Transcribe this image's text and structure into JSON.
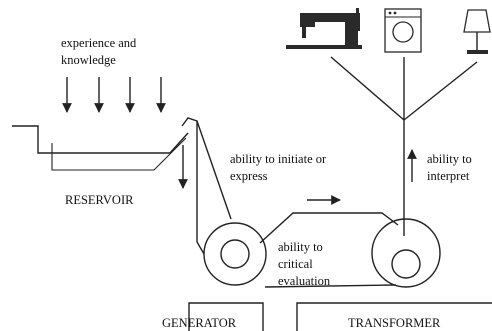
{
  "labels": {
    "experience_line1": "experience and",
    "experience_line2": "knowledge",
    "reservoir": "RESERVOIR",
    "initiate_line1": "ability to initiate or",
    "initiate_line2": "express",
    "interpret_line1": "ability to",
    "interpret_line2": "interpret",
    "critical_line1": "ability to",
    "critical_line2": "critical",
    "critical_line3": "evaluation",
    "generator": "GENERATOR",
    "transformer": "TRANSFORMER"
  },
  "icons": [
    "sewing-machine-icon",
    "washing-machine-icon",
    "table-lamp-icon"
  ]
}
